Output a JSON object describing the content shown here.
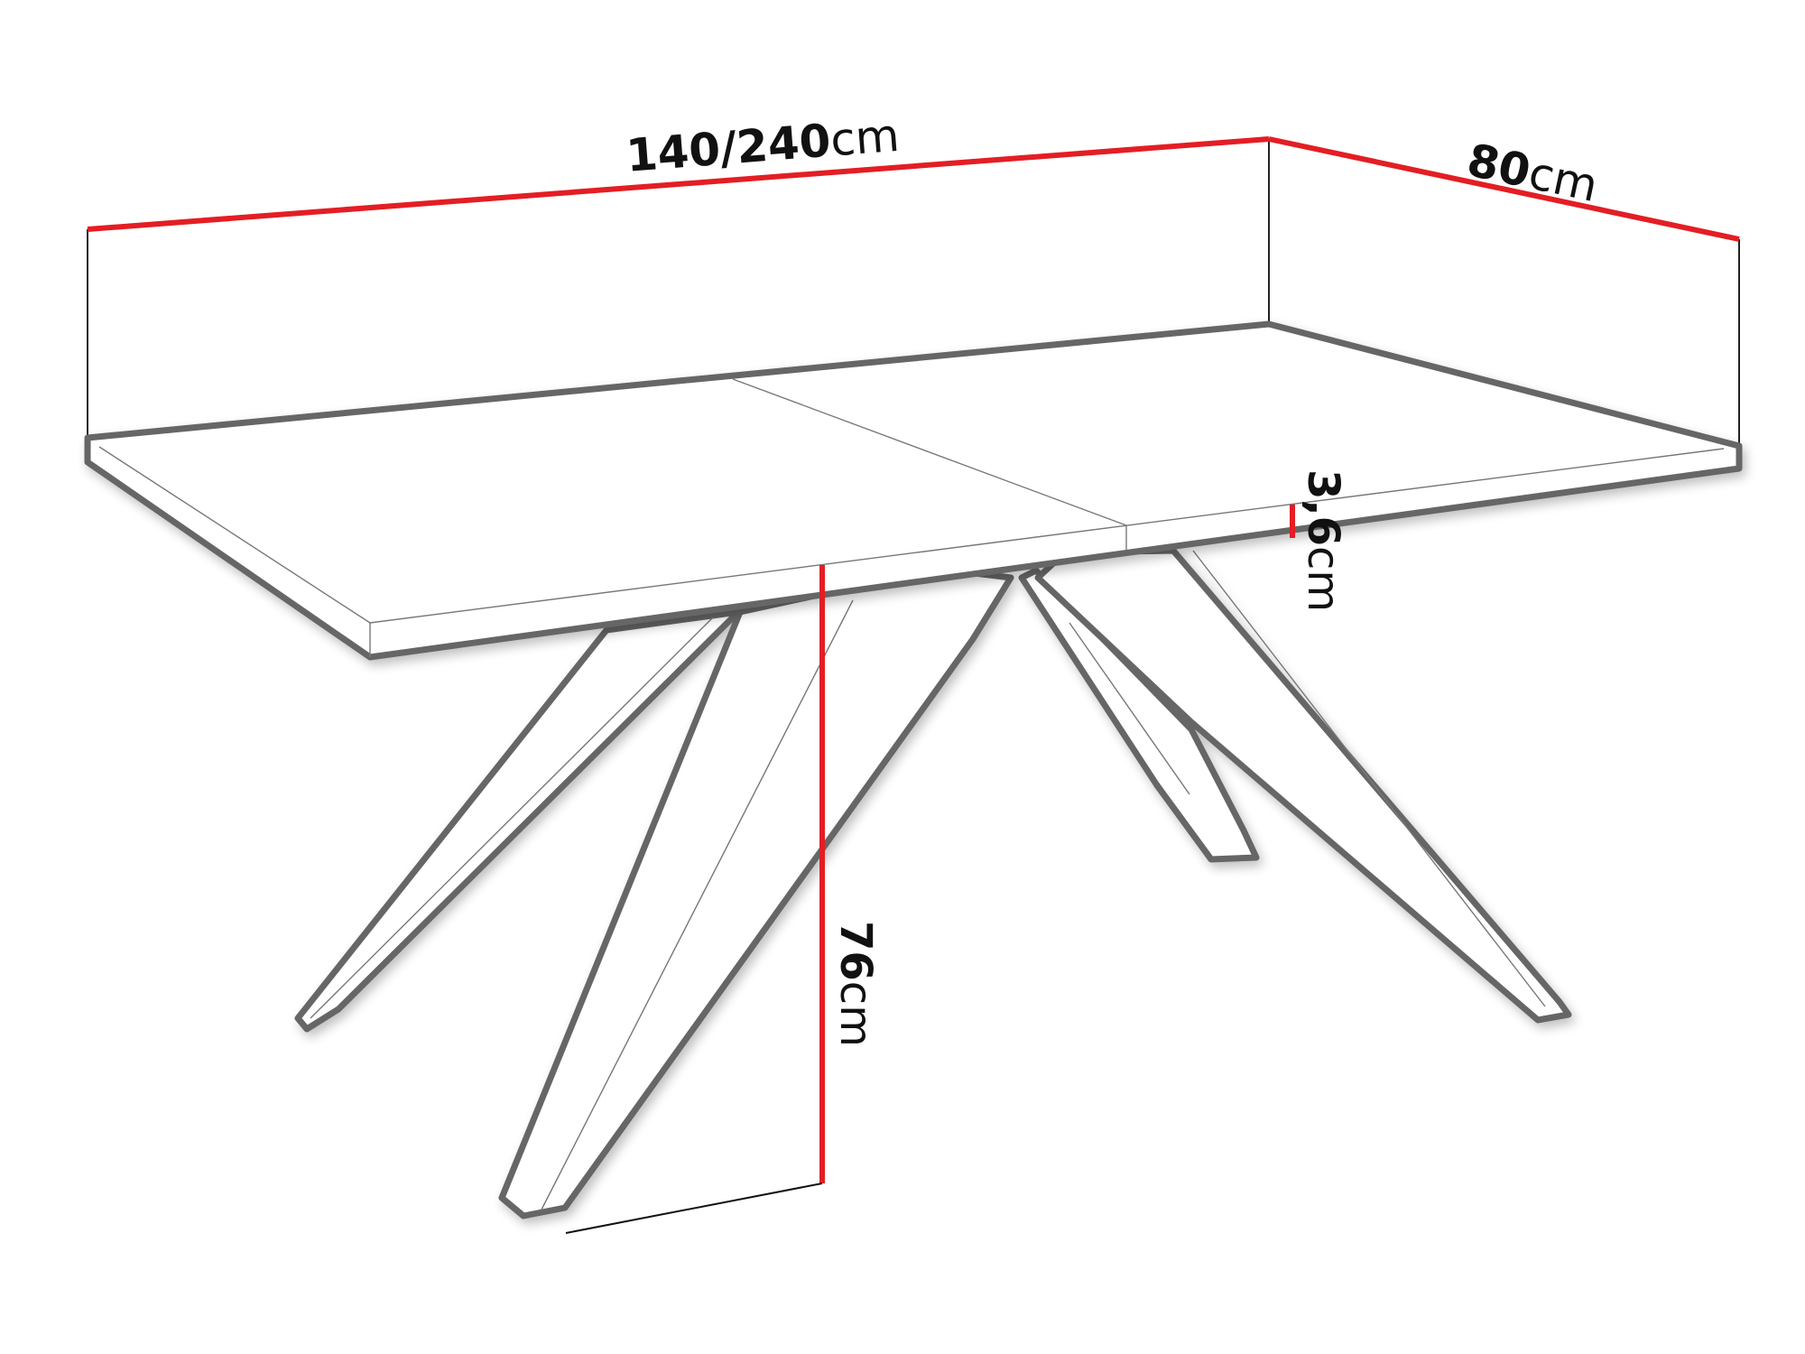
{
  "diagram": {
    "subject": "Extendable dining table with angled metal legs — dimension drawing",
    "colors": {
      "dimension_line": "#e31e24",
      "outline": "#666666",
      "text": "#111111",
      "background": "#ffffff"
    },
    "dimensions": {
      "length": {
        "value": "140/240",
        "unit": "cm"
      },
      "depth": {
        "value": "80",
        "unit": "cm"
      },
      "top_thickness": {
        "value": "3,6",
        "unit": "cm"
      },
      "height": {
        "value": "76",
        "unit": "cm"
      }
    }
  }
}
